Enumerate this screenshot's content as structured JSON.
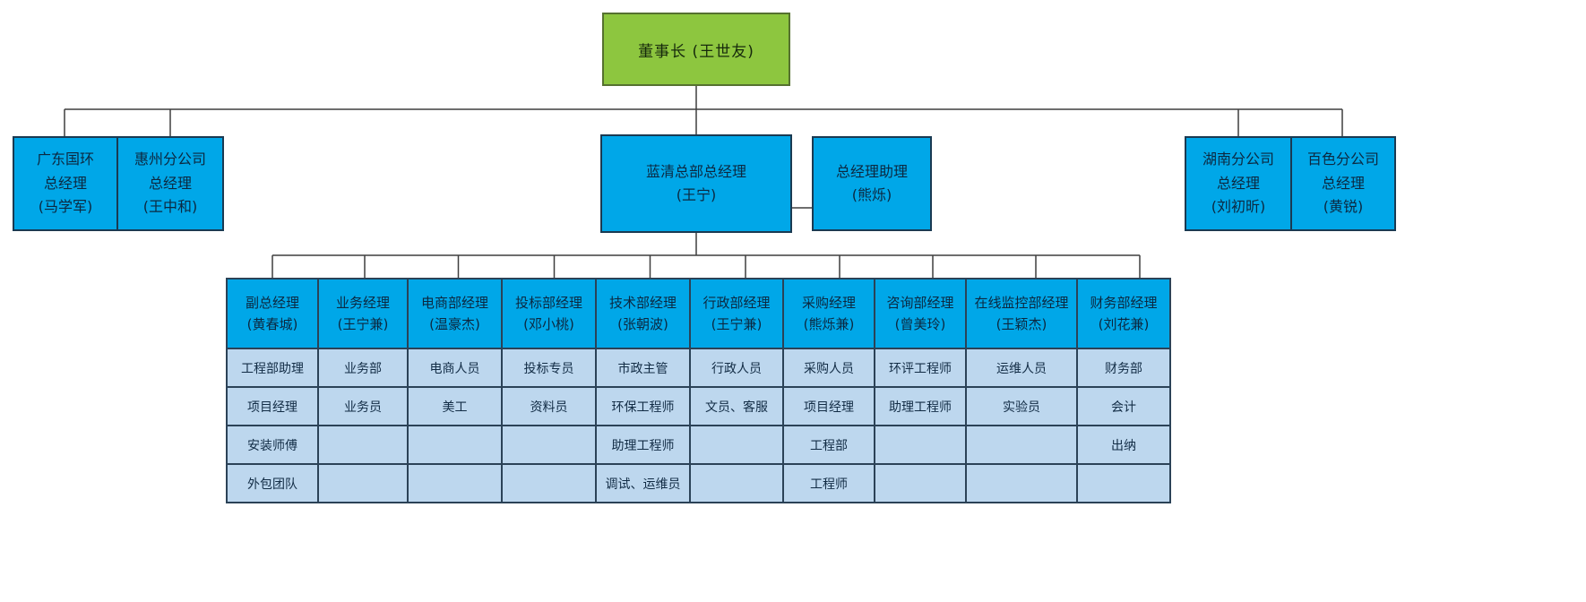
{
  "org": {
    "chairman": {
      "label": "董事长 (王世友)"
    },
    "branches_left": [
      {
        "line1": "广东国环",
        "line2": "总经理",
        "line3": "(马学军)"
      },
      {
        "line1": "惠州分公司",
        "line2": "总经理",
        "line3": "(王中和)"
      }
    ],
    "hq_gm": {
      "line1": "蓝清总部总经理",
      "line2": "(王宁)"
    },
    "gm_assistant": {
      "line1": "总经理助理",
      "line2": "(熊烁)"
    },
    "branches_right": [
      {
        "line1": "湖南分公司",
        "line2": "总经理",
        "line3": "(刘初昕)"
      },
      {
        "line1": "百色分公司",
        "line2": "总经理",
        "line3": "(黄锐)"
      }
    ],
    "departments": [
      {
        "title": "副总经理",
        "manager": "(黄春城)",
        "staff": [
          "工程部助理",
          "项目经理",
          "安装师傅",
          "外包团队"
        ]
      },
      {
        "title": "业务经理",
        "manager": "(王宁兼)",
        "staff": [
          "业务部",
          "业务员",
          "",
          ""
        ]
      },
      {
        "title": "电商部经理",
        "manager": "(温豪杰)",
        "staff": [
          "电商人员",
          "美工",
          "",
          ""
        ]
      },
      {
        "title": "投标部经理",
        "manager": "(邓小桃)",
        "staff": [
          "投标专员",
          "资料员",
          "",
          ""
        ]
      },
      {
        "title": "技术部经理",
        "manager": "(张朝波)",
        "staff": [
          "市政主管",
          "环保工程师",
          "助理工程师",
          "调试、运维员"
        ]
      },
      {
        "title": "行政部经理",
        "manager": "(王宁兼)",
        "staff": [
          "行政人员",
          "文员、客服",
          "",
          ""
        ]
      },
      {
        "title": "采购经理",
        "manager": "(熊烁兼)",
        "staff": [
          "采购人员",
          "项目经理",
          "工程部",
          "工程师"
        ]
      },
      {
        "title": "咨询部经理",
        "manager": "(曾美玲)",
        "staff": [
          "环评工程师",
          "助理工程师",
          "",
          ""
        ]
      },
      {
        "title": "在线监控部经理",
        "manager": "(王颖杰)",
        "staff": [
          "运维人员",
          "实验员",
          "",
          ""
        ]
      },
      {
        "title": "财务部经理",
        "manager": "(刘花兼)",
        "staff": [
          "财务部",
          "会计",
          "出纳",
          ""
        ]
      }
    ]
  },
  "colors": {
    "chairman_fill": "#8dc63f",
    "chairman_border": "#55712f",
    "manager_fill": "#00a7e8",
    "manager_border": "#1a3a52",
    "staff_fill": "#bdd7ee",
    "staff_border": "#2b4257",
    "connector_line": "#3f3f3f"
  }
}
